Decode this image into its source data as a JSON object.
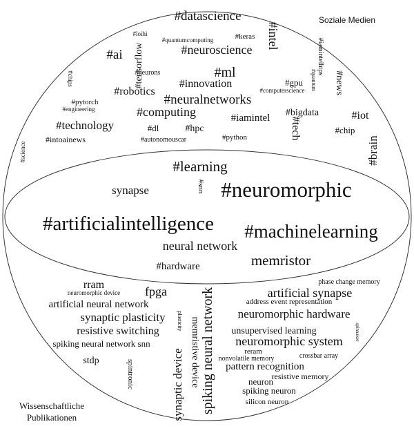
{
  "labels": {
    "social_media": "Soziale Medien",
    "scientific_publications_line1": "Wissenschaftliche",
    "scientific_publications_line2": "Publikationen"
  },
  "colors": {
    "text": "#111111",
    "outline": "#333333",
    "background": "#ffffff"
  },
  "shared_words": [
    "#learning",
    "#snn",
    "synapse",
    "#neuromorphic",
    "#artificialintelligence",
    "#machinelearning",
    "neural network",
    "memristor",
    "#hardware"
  ],
  "social_media_words": [
    "#datascience",
    "Soziale Medien",
    "#loihi",
    "#quantumcomputing",
    "#keras",
    "#intel",
    "#ai",
    "#tensorflow",
    "#neuroscience",
    "#iamintelhtps",
    "#chips",
    "#neurons",
    "#ml",
    "#quantum",
    "#news",
    "#innovation",
    "#gpu",
    "#robotics",
    "#computerscience",
    "#neuralnetworks",
    "#pytorch",
    "#engineering",
    "#computing",
    "#iamintel",
    "#bigdata",
    "#iot",
    "#technology",
    "#tech",
    "#dl",
    "#hpc",
    "#chip",
    "#intoainews",
    "#autonomouscar",
    "#python",
    "#science",
    "#brain"
  ],
  "publication_words": [
    "rram",
    "neuromorphic device",
    "fpga",
    "artificial neural network",
    "synaptic plasticity",
    "plasticity",
    "resistive switching",
    "spiking neural network snn",
    "stdp",
    "spintronic",
    "synaptic device",
    "memristive device",
    "spiking neural network",
    "phase change memory",
    "artificial synapse",
    "address event representation",
    "neuromorphic hardware",
    "unsupervised learning",
    "spinnaker",
    "neuromorphic system",
    "reram",
    "nonvolatile memory",
    "crossbar array",
    "pattern recognition",
    "resistive memory",
    "neuron",
    "spiking neuron",
    "silicon neuron"
  ]
}
